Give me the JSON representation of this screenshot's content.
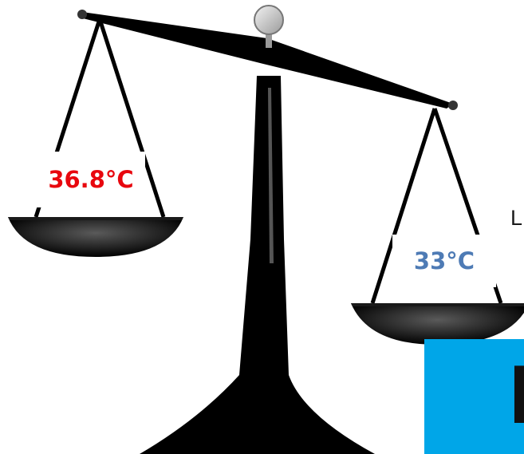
{
  "readings": {
    "left": {
      "text": "36.8°C",
      "color": "#e8070e"
    },
    "right": {
      "text": "33°C",
      "color": "#4e7bb5"
    }
  },
  "side_text": "L",
  "card": {
    "text": "M",
    "color": "#00a6e8"
  },
  "icons": {
    "scale": "balance-scale-icon"
  }
}
